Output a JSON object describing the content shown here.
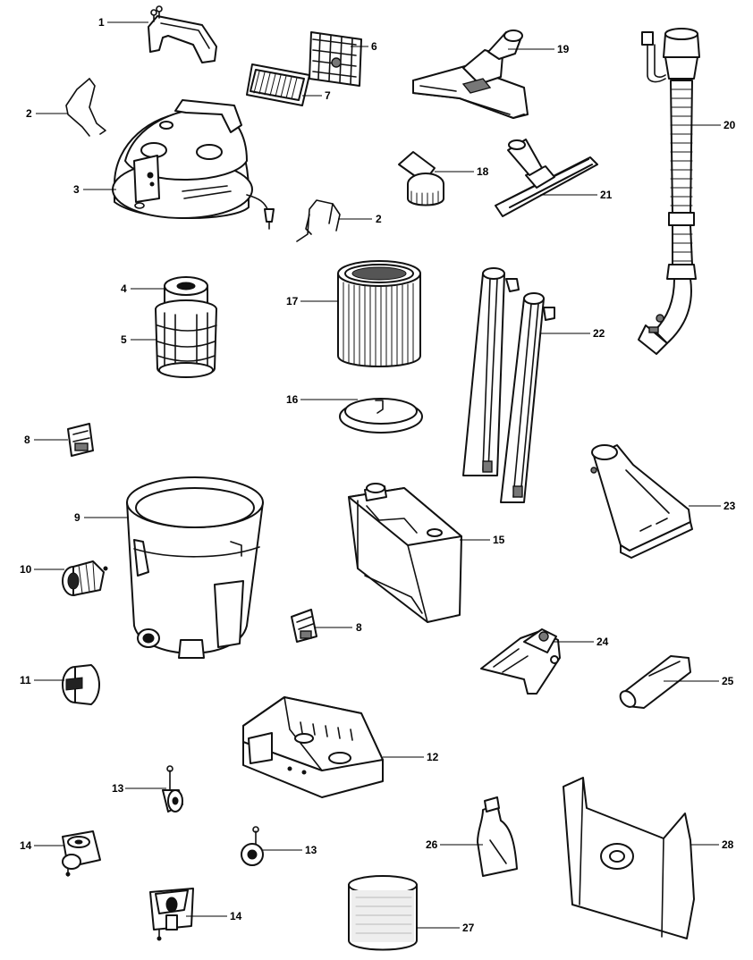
{
  "diagram": {
    "callouts": [
      {
        "id": "c1",
        "text": "1"
      },
      {
        "id": "c2a",
        "text": "2"
      },
      {
        "id": "c2b",
        "text": "2"
      },
      {
        "id": "c3",
        "text": "3"
      },
      {
        "id": "c4",
        "text": "4"
      },
      {
        "id": "c5",
        "text": "5"
      },
      {
        "id": "c6",
        "text": "6"
      },
      {
        "id": "c7",
        "text": "7"
      },
      {
        "id": "c8a",
        "text": "8"
      },
      {
        "id": "c8b",
        "text": "8"
      },
      {
        "id": "c9",
        "text": "9"
      },
      {
        "id": "c10",
        "text": "10"
      },
      {
        "id": "c11",
        "text": "11"
      },
      {
        "id": "c12",
        "text": "12"
      },
      {
        "id": "c13a",
        "text": "13"
      },
      {
        "id": "c13b",
        "text": "13"
      },
      {
        "id": "c14a",
        "text": "14"
      },
      {
        "id": "c14b",
        "text": "14"
      },
      {
        "id": "c15",
        "text": "15"
      },
      {
        "id": "c16",
        "text": "16"
      },
      {
        "id": "c17",
        "text": "17"
      },
      {
        "id": "c18",
        "text": "18"
      },
      {
        "id": "c19",
        "text": "19"
      },
      {
        "id": "c20",
        "text": "20"
      },
      {
        "id": "c21",
        "text": "21"
      },
      {
        "id": "c22",
        "text": "22"
      },
      {
        "id": "c23",
        "text": "23"
      },
      {
        "id": "c24",
        "text": "24"
      },
      {
        "id": "c25",
        "text": "25"
      },
      {
        "id": "c26",
        "text": "26"
      },
      {
        "id": "c27",
        "text": "27"
      },
      {
        "id": "c28",
        "text": "28"
      }
    ]
  }
}
